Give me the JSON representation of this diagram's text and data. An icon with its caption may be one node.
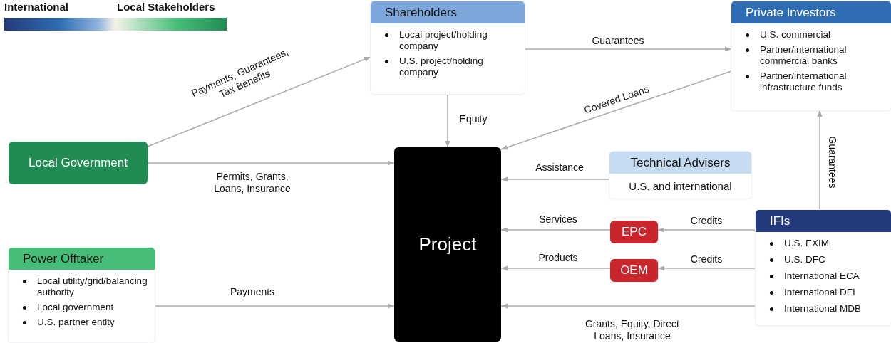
{
  "diagram": {
    "nodes": [
      {
        "text": [
          "Shareholders",
          "Local project/holding company",
          "U.S. project/holding company"
        ]
      },
      {
        "text": [
          "Private Investors",
          "U.S. commercial",
          "Partner/international commercial banks",
          "Partner/international infrastructure funds"
        ]
      },
      {
        "text": [
          "Local Government"
        ]
      },
      {
        "text": [
          "Project"
        ]
      },
      {
        "text": [
          "Technical Advisers",
          "U.S. and international"
        ]
      },
      {
        "text": [
          "EPC"
        ]
      },
      {
        "text": [
          "OEM"
        ]
      },
      {
        "text": [
          "IFIs",
          "U.S. EXIM",
          "U.S. DFC",
          "International ECA",
          "International DFI",
          "International MDB"
        ]
      },
      {
        "text": [
          "Power Offtaker",
          "Local utility/grid/balancing authority",
          "Local government",
          "U.S. partner entity"
        ]
      },
      {
        "text": [],
        "shape": "bar"
      }
    ],
    "edges": [
      {
        "from": 2,
        "to": 0,
        "arrow": "to",
        "label": "Payments, Guarantees, Tax Benefits"
      },
      {
        "from": 2,
        "to": 3,
        "arrow": "to",
        "label": "Permits, Grants, Loans, Insurance"
      },
      {
        "from": 8,
        "to": 3,
        "arrow": "to",
        "label": "Payments"
      },
      {
        "from": 0,
        "to": 3,
        "arrow": "to",
        "label": "Equity"
      },
      {
        "from": 0,
        "to": 1,
        "arrow": "to",
        "label": "Guarantees"
      },
      {
        "from": 1,
        "to": 3,
        "arrow": "to",
        "label": "Covered Loans"
      },
      {
        "from": 7,
        "to": 1,
        "arrow": "to",
        "label": "Guarantees"
      },
      {
        "from": 4,
        "to": 3,
        "arrow": "to",
        "label": "Assistance"
      },
      {
        "from": 5,
        "to": 3,
        "arrow": "to",
        "label": "Services"
      },
      {
        "from": 7,
        "to": 5,
        "arrow": "to",
        "label": "Credits"
      },
      {
        "from": 6,
        "to": 3,
        "arrow": "to",
        "label": "Products"
      },
      {
        "from": 7,
        "to": 6,
        "arrow": "to",
        "label": "Credits"
      },
      {
        "from": 7,
        "to": 3,
        "arrow": "to",
        "label": "Grants, Equity, Direct Loans, Insurance"
      }
    ],
    "labels": [
      "International",
      "Local Stakeholders"
    ]
  }
}
